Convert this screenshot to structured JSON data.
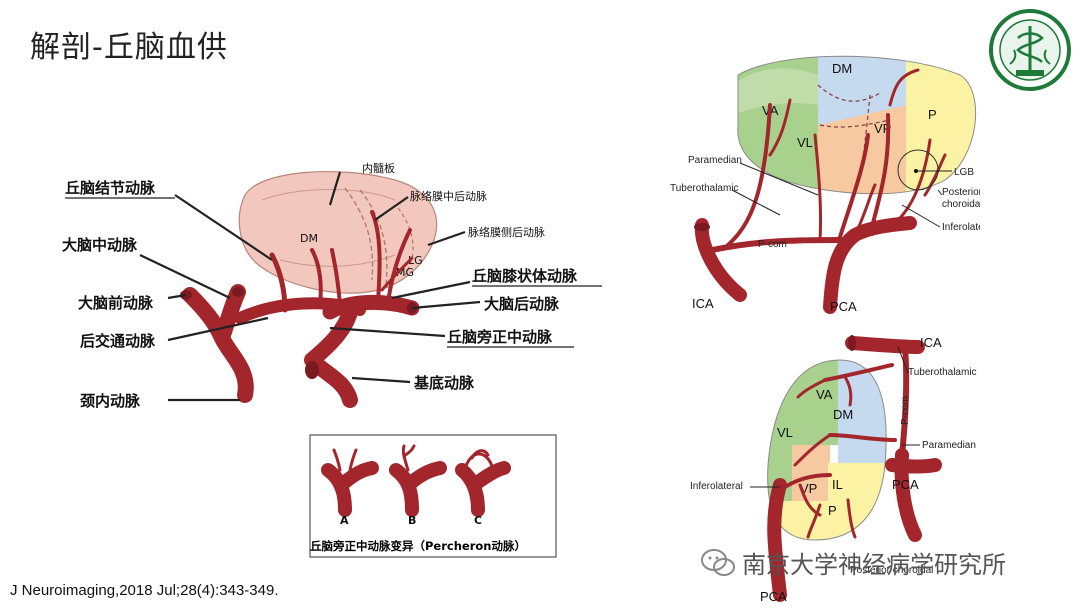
{
  "slide": {
    "title": "解剖-丘脑血供",
    "citation": "J Neuroimaging,2018 Jul;28(4):343-349.",
    "watermark": "南京大学神经病学研究所"
  },
  "left_diagram": {
    "labels": {
      "neisuiban": "内髓板",
      "thalamogeniculate": "丘脑结节动脉",
      "post_med_choroidal": "脉络膜中后动脉",
      "post_lat_choroidal": "脉络膜侧后动脉",
      "mca": "大脑中动脉",
      "geniculate": "丘脑膝状体动脉",
      "aca": "大脑前动脉",
      "pca": "大脑后动脉",
      "pcom": "后交通动脉",
      "paramedian": "丘脑旁正中动脉",
      "basilar": "基底动脉",
      "ica": "颈内动脉",
      "dm": "DM",
      "lg": "LG",
      "mg": "MG"
    },
    "inset": {
      "variants": [
        "A",
        "B",
        "C"
      ],
      "caption": "丘脑旁正中动脉变异（Percheron动脉）"
    }
  },
  "right_top": {
    "regions": [
      "DM",
      "VA",
      "VL",
      "VP",
      "P"
    ],
    "labels": {
      "paramedian": "Paramedian",
      "tuberothalamic": "Tuberothalamic",
      "lgb": "LGB",
      "posterior_choroidal_1": "Posterior",
      "posterior_choroidal_2": "choroidal",
      "inferolateral": "Inferolateral",
      "pcom": "P-com",
      "ica": "ICA",
      "pca": "PCA"
    }
  },
  "right_bottom": {
    "regions": [
      "VA",
      "DM",
      "VL",
      "VP",
      "IL",
      "P"
    ],
    "labels": {
      "ica": "ICA",
      "tuberothalamic": "Tuberothalamic",
      "pcom": "P-com",
      "paramedian": "Paramedian",
      "inferolateral": "Inferolateral",
      "pca_right": "PCA",
      "pca_bottom": "PCA",
      "posterior_choroidal": "Posterior choroidal"
    }
  },
  "colors": {
    "artery": "#a3262d",
    "thalamus_pink": "#f2c7bd",
    "green": "#a9d18e",
    "blue": "#c5d9ef",
    "orange": "#f6c9a1",
    "yellow": "#fbf3a3"
  }
}
